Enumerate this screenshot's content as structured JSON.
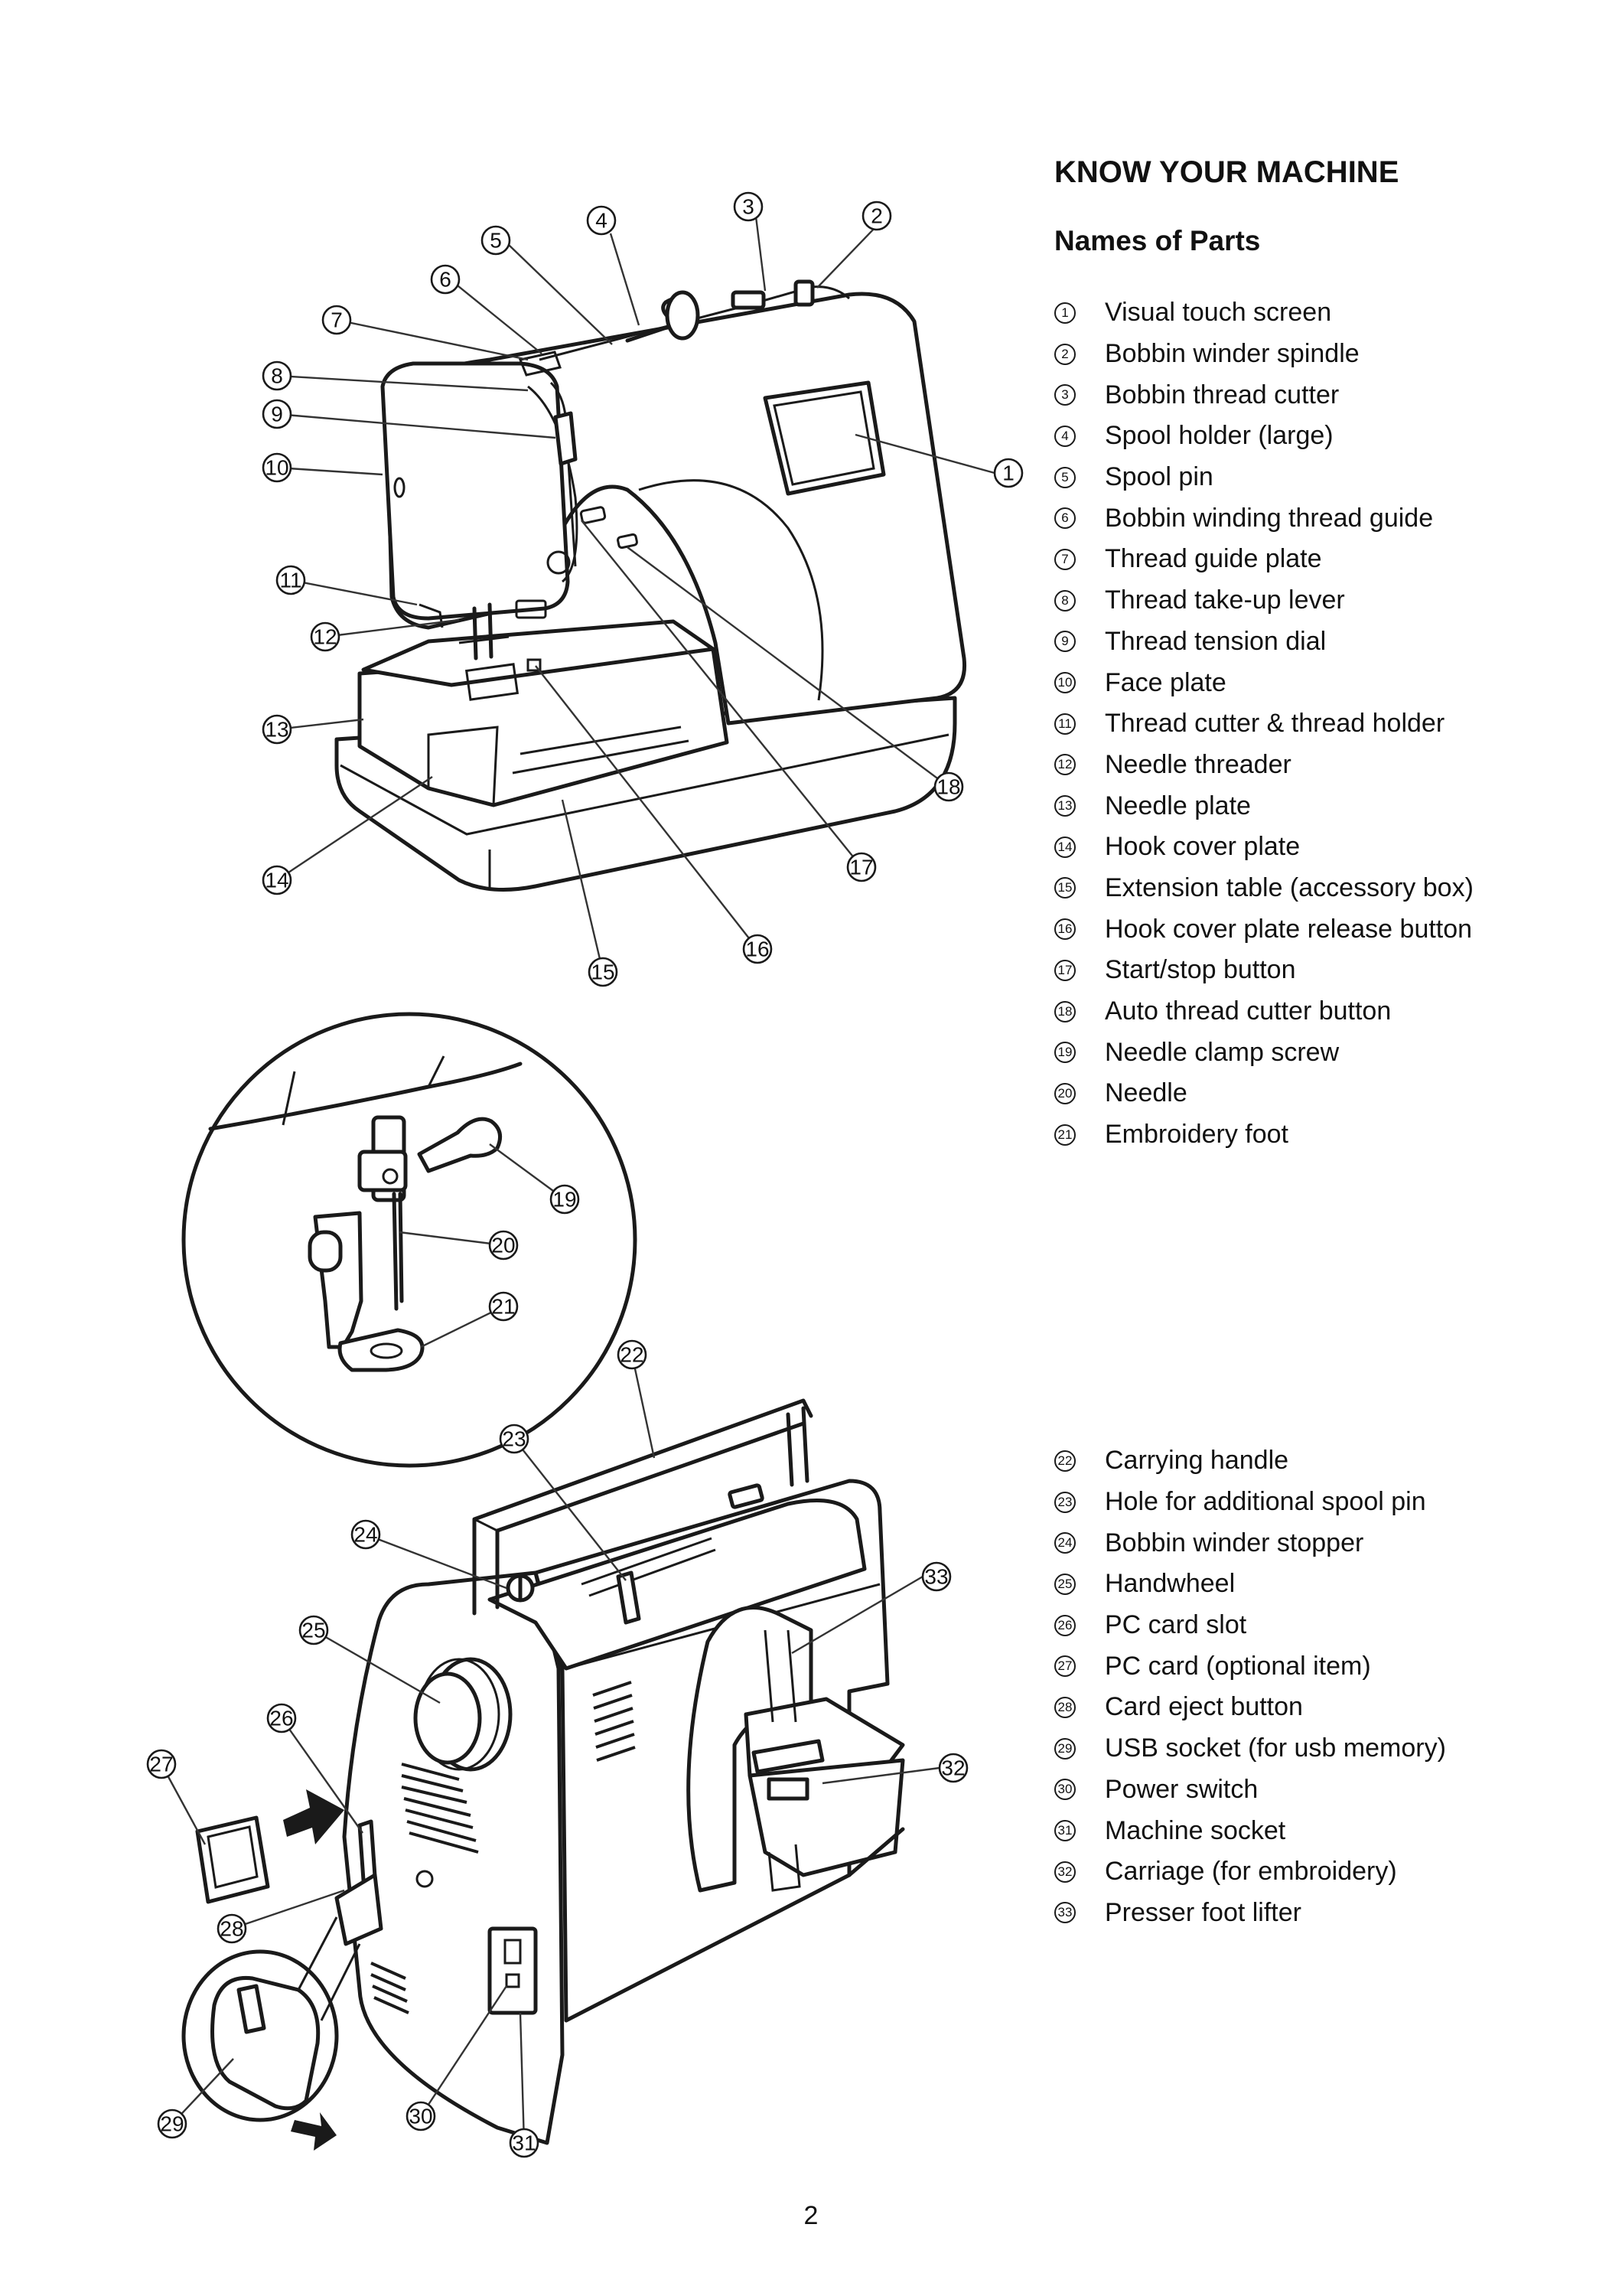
{
  "heading": "KNOW YOUR MACHINE",
  "subheading": "Names of Parts",
  "parts": [
    {
      "n": "1",
      "label": "Visual touch screen"
    },
    {
      "n": "2",
      "label": "Bobbin winder spindle"
    },
    {
      "n": "3",
      "label": "Bobbin thread cutter"
    },
    {
      "n": "4",
      "label": "Spool holder (large)"
    },
    {
      "n": "5",
      "label": "Spool pin"
    },
    {
      "n": "6",
      "label": "Bobbin winding thread guide"
    },
    {
      "n": "7",
      "label": "Thread guide plate"
    },
    {
      "n": "8",
      "label": "Thread take-up lever"
    },
    {
      "n": "9",
      "label": "Thread tension dial"
    },
    {
      "n": "10",
      "label": "Face plate"
    },
    {
      "n": "11",
      "label": "Thread cutter & thread holder"
    },
    {
      "n": "12",
      "label": "Needle threader"
    },
    {
      "n": "13",
      "label": "Needle plate"
    },
    {
      "n": "14",
      "label": "Hook cover plate"
    },
    {
      "n": "15",
      "label": "Extension table (accessory box)"
    },
    {
      "n": "16",
      "label": "Hook cover plate release button"
    },
    {
      "n": "17",
      "label": "Start/stop button"
    },
    {
      "n": "18",
      "label": "Auto thread cutter button"
    },
    {
      "n": "19",
      "label": "Needle clamp screw"
    },
    {
      "n": "20",
      "label": "Needle"
    },
    {
      "n": "21",
      "label": "Embroidery foot"
    },
    {
      "n": "22",
      "label": "Carrying handle"
    },
    {
      "n": "23",
      "label": "Hole for additional spool pin"
    },
    {
      "n": "24",
      "label": "Bobbin winder stopper"
    },
    {
      "n": "25",
      "label": "Handwheel"
    },
    {
      "n": "26",
      "label": "PC card slot"
    },
    {
      "n": "27",
      "label": "PC card (optional item)"
    },
    {
      "n": "28",
      "label": "Card eject button"
    },
    {
      "n": "29",
      "label": "USB socket (for usb memory)"
    },
    {
      "n": "30",
      "label": "Power switch"
    },
    {
      "n": "31",
      "label": "Machine socket"
    },
    {
      "n": "32",
      "label": "Carriage (for embroidery)"
    },
    {
      "n": "33",
      "label": "Presser foot lifter"
    }
  ],
  "page_number": "2"
}
